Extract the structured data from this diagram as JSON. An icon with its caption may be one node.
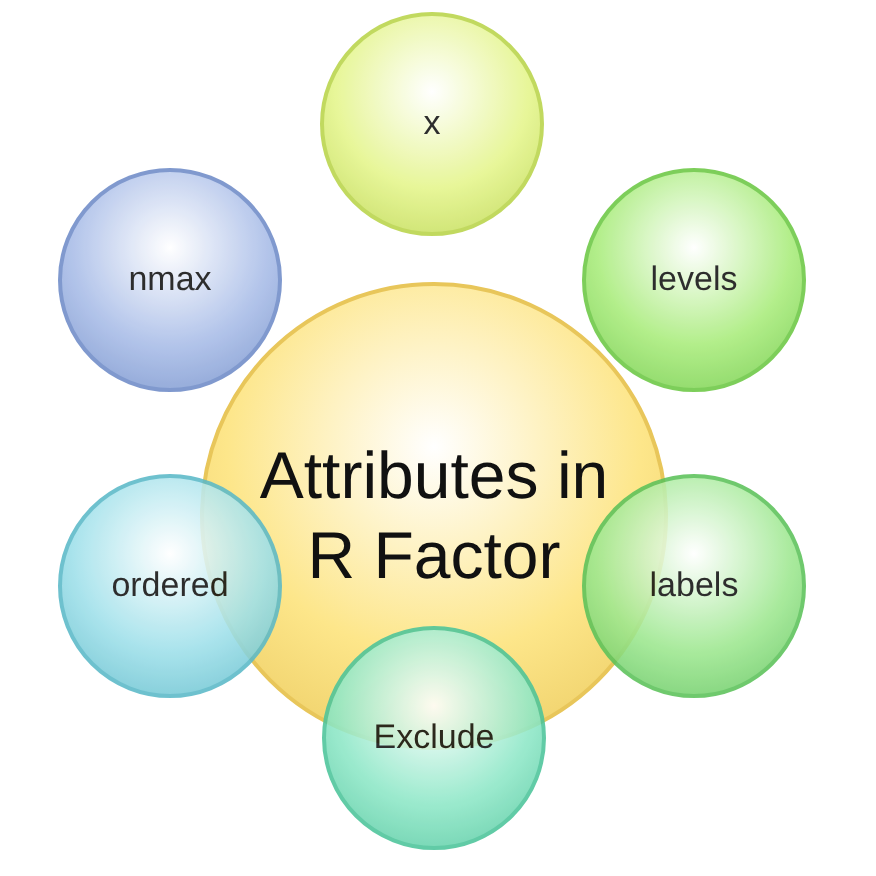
{
  "diagram": {
    "nodes": [
      {
        "text": [
          "Attributes in R Factor"
        ]
      },
      {
        "text": [
          "x"
        ]
      },
      {
        "text": [
          "levels"
        ]
      },
      {
        "text": [
          "labels"
        ]
      },
      {
        "text": [
          "Exclude"
        ]
      },
      {
        "text": [
          "ordered"
        ]
      },
      {
        "text": [
          "nmax"
        ]
      }
    ]
  }
}
